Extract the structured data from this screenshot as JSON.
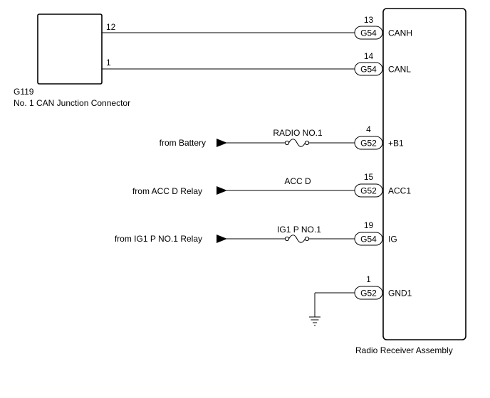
{
  "junction_connector": {
    "code": "G119",
    "name": "No. 1 CAN Junction Connector",
    "pin_canh": "12",
    "pin_canl": "1"
  },
  "receiver": {
    "name": "Radio Receiver Assembly"
  },
  "terminals": [
    {
      "pin": "13",
      "connector": "G54",
      "signal": "CANH"
    },
    {
      "pin": "14",
      "connector": "G54",
      "signal": "CANL"
    },
    {
      "pin": "4",
      "connector": "G52",
      "signal": "+B1"
    },
    {
      "pin": "15",
      "connector": "G52",
      "signal": "ACC1"
    },
    {
      "pin": "19",
      "connector": "G54",
      "signal": "IG"
    },
    {
      "pin": "1",
      "connector": "G52",
      "signal": "GND1"
    }
  ],
  "sources": [
    {
      "label": "from Battery",
      "fuse": "RADIO NO.1"
    },
    {
      "label": "from ACC D Relay",
      "fuse": "ACC D"
    },
    {
      "label": "from IG1 P NO.1 Relay",
      "fuse": "IG1 P NO.1"
    }
  ]
}
